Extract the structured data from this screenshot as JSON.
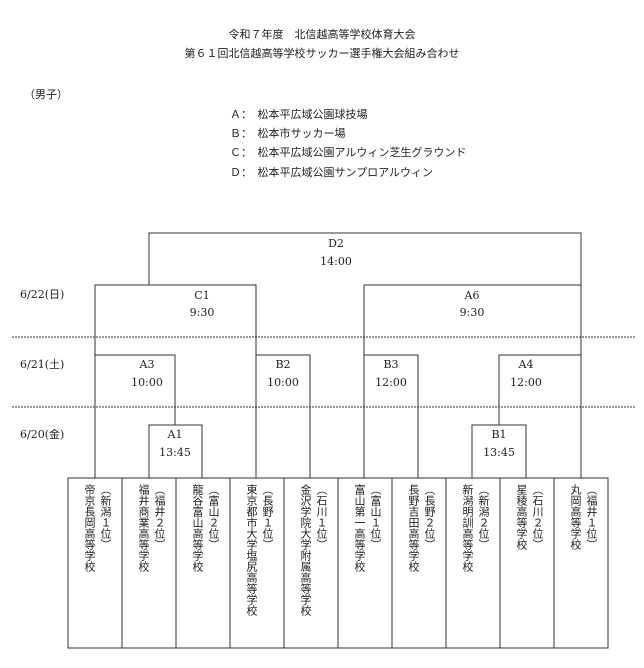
{
  "header": {
    "title1": "令和７年度　北信越高等学校体育大会",
    "title2": "第６１回北信越高等学校サッカー選手権大会組み合わせ"
  },
  "category": "（男子）",
  "venues": [
    "Ａ：　松本平広域公園球技場",
    "Ｂ：　松本市サッカー場",
    "Ｃ：　松本平広域公園アルウィン芝生グラウンド",
    "Ｄ：　松本平広域公園サンプロアルウィン"
  ],
  "dates": {
    "d622": "6/22(日)",
    "d621": "6/21(土)",
    "d620": "6/20(金)"
  },
  "matches": {
    "D2": {
      "code": "D2",
      "time": "14:00"
    },
    "C1": {
      "code": "C1",
      "time": "9:30"
    },
    "A6": {
      "code": "A6",
      "time": "9:30"
    },
    "A3": {
      "code": "A3",
      "time": "10:00"
    },
    "B2": {
      "code": "B2",
      "time": "10:00"
    },
    "B3": {
      "code": "B3",
      "time": "12:00"
    },
    "A4": {
      "code": "A4",
      "time": "12:00"
    },
    "A1": {
      "code": "A1",
      "time": "13:45"
    },
    "B1": {
      "code": "B1",
      "time": "13:45"
    }
  },
  "teams": [
    {
      "name": "帝京長岡高等学校",
      "seed": "（新潟１位）"
    },
    {
      "name": "福井商業高等学校",
      "seed": "（福井２位）"
    },
    {
      "name": "龍谷富山高等学校",
      "seed": "（富山２位）"
    },
    {
      "name": "東京都市大学塩尻高等学校",
      "seed": "（長野１位）"
    },
    {
      "name": "金沢学院大学附属高等学校",
      "seed": "（石川１位）"
    },
    {
      "name": "富山第一高等学校",
      "seed": "（富山１位）"
    },
    {
      "name": "長野吉田高等学校",
      "seed": "（長野２位）"
    },
    {
      "name": "新潟明訓高等学校",
      "seed": "（新潟２位）"
    },
    {
      "name": "星稜高等学校",
      "seed": "（石川２位）"
    },
    {
      "name": "丸岡高等学校",
      "seed": "（福井１位）"
    }
  ]
}
